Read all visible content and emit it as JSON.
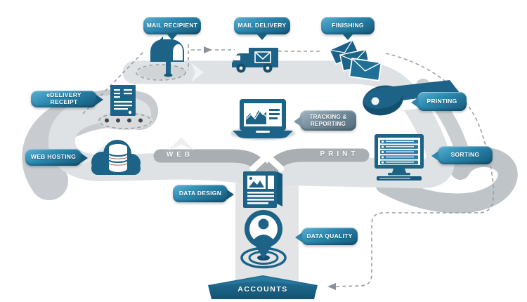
{
  "diagram": {
    "type": "workflow-infographic",
    "labels": {
      "mail_recipient": "MAIL RECIPIENT",
      "mail_delivery": "MAIL DELIVERY",
      "finishing": "FINISHING",
      "edelivery_receipt": "eDELIVERY RECEIPT",
      "web_hosting": "WEB HOSTING",
      "tracking_reporting_line1": "TRACKING &",
      "tracking_reporting_line2": "REPORTING",
      "printing": "PRINTING",
      "sorting": "SORTING",
      "data_design": "DATA DESIGN",
      "data_quality": "DATA QUALITY",
      "accounts": "ACCOUNTS",
      "web_path": "WEB",
      "print_path": "PRINT"
    },
    "icons": {
      "mail_recipient": "mailbox-icon",
      "mail_delivery": "mail-truck-icon",
      "finishing": "envelopes-icon",
      "edelivery_receipt": "receipt-document-icon",
      "web_hosting": "cloud-database-icon",
      "tracking_reporting": "laptop-chart-icon",
      "printing": "printing-press-icon",
      "sorting": "monitor-list-icon",
      "data_design": "newspaper-icon",
      "data_quality": "person-pin-target-icon",
      "conveyor": "conveyor-dots-icon"
    },
    "colors": {
      "badge_light": "#5cb0d1",
      "badge_dark": "#14587a",
      "badge_steel": "#748d9c",
      "icon_teal": "#1c6387",
      "icon_teal_dark": "#134f6e",
      "road_light": "#dfe2e4",
      "road_shadow": "#c7cbcf",
      "road_band": "#a9aeb2",
      "dashed_line": "#9aa0a5",
      "background": "#ffffff"
    }
  }
}
